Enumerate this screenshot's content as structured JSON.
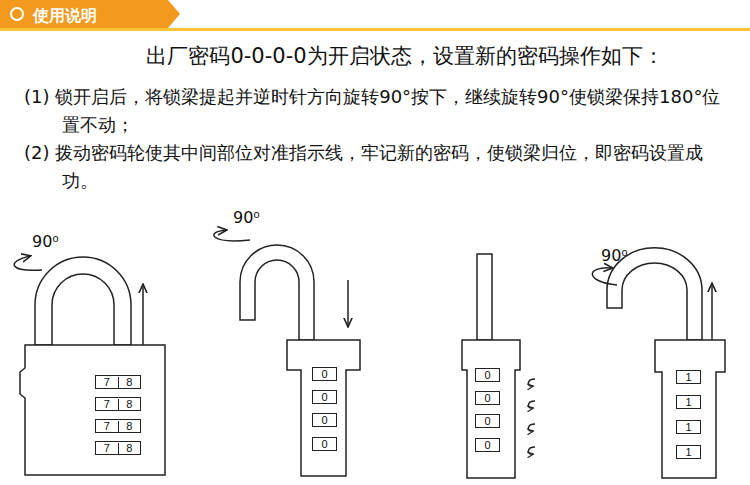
{
  "diagram": {
    "title": "出厂密码0-0-0-0为开启状态，设置新的密码操作如下：",
    "nodes": [
      {
        "text": [
          "7",
          "8"
        ]
      },
      {
        "text": [
          "7",
          "8"
        ]
      },
      {
        "text": [
          "7",
          "8"
        ]
      },
      {
        "text": [
          "7",
          "8"
        ]
      },
      {
        "text": [
          "0"
        ]
      },
      {
        "text": [
          "0"
        ]
      },
      {
        "text": [
          "0"
        ]
      },
      {
        "text": [
          "0"
        ]
      },
      {
        "text": [
          "0"
        ]
      },
      {
        "text": [
          "0"
        ]
      },
      {
        "text": [
          "0"
        ]
      },
      {
        "text": [
          "0"
        ]
      },
      {
        "text": [
          "1"
        ]
      },
      {
        "text": [
          "1"
        ]
      },
      {
        "text": [
          "1"
        ]
      },
      {
        "text": [
          "1"
        ]
      }
    ],
    "labels": [
      "使用说明",
      "(1) 锁开启后，将锁梁提起并逆时针方向旋转90°按下，继续旋转90°使锁梁保持180°位置不动；",
      "(2) 拨动密码轮使其中间部位对准指示线，牢记新的密码，使锁梁归位，即密码设置成功。",
      "90⁰",
      "90⁰",
      "90⁰"
    ]
  }
}
